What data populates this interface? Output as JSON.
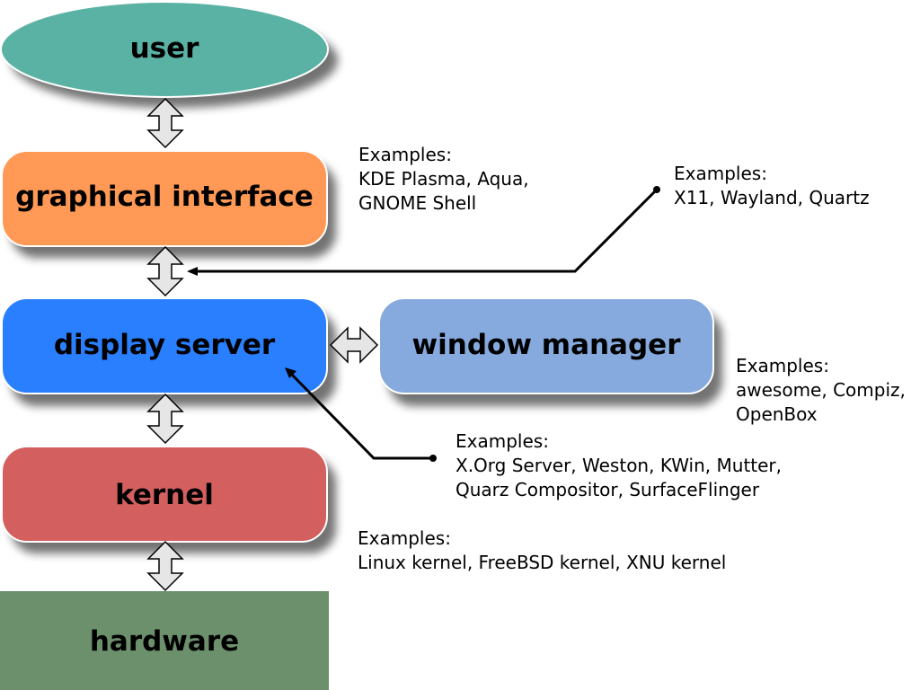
{
  "nodes": {
    "user": "user",
    "graphical_interface": "graphical interface",
    "display_server": "display server",
    "window_manager": "window manager",
    "kernel": "kernel",
    "hardware": "hardware"
  },
  "notes": {
    "graphical_interface": [
      "Examples:",
      "KDE Plasma, Aqua,",
      "GNOME Shell"
    ],
    "protocol": [
      "Examples:",
      "X11, Wayland, Quartz"
    ],
    "window_manager": [
      "Examples:",
      "awesome, Compiz,",
      "OpenBox"
    ],
    "display_server": [
      "Examples:",
      "X.Org Server, Weston, KWin, Mutter,",
      "Quarz Compositor, SurfaceFlinger"
    ],
    "kernel": [
      "Examples:",
      "Linux kernel, FreeBSD kernel, XNU kernel"
    ]
  },
  "colors": {
    "user": "#5ab2a4",
    "graphical_interface": "#ff9955",
    "display_server": "#2a7fff",
    "window_manager": "#87aade",
    "kernel": "#d35f5f",
    "hardware": "#6c8f6c",
    "arrow_fill": "#e6e6e6"
  }
}
